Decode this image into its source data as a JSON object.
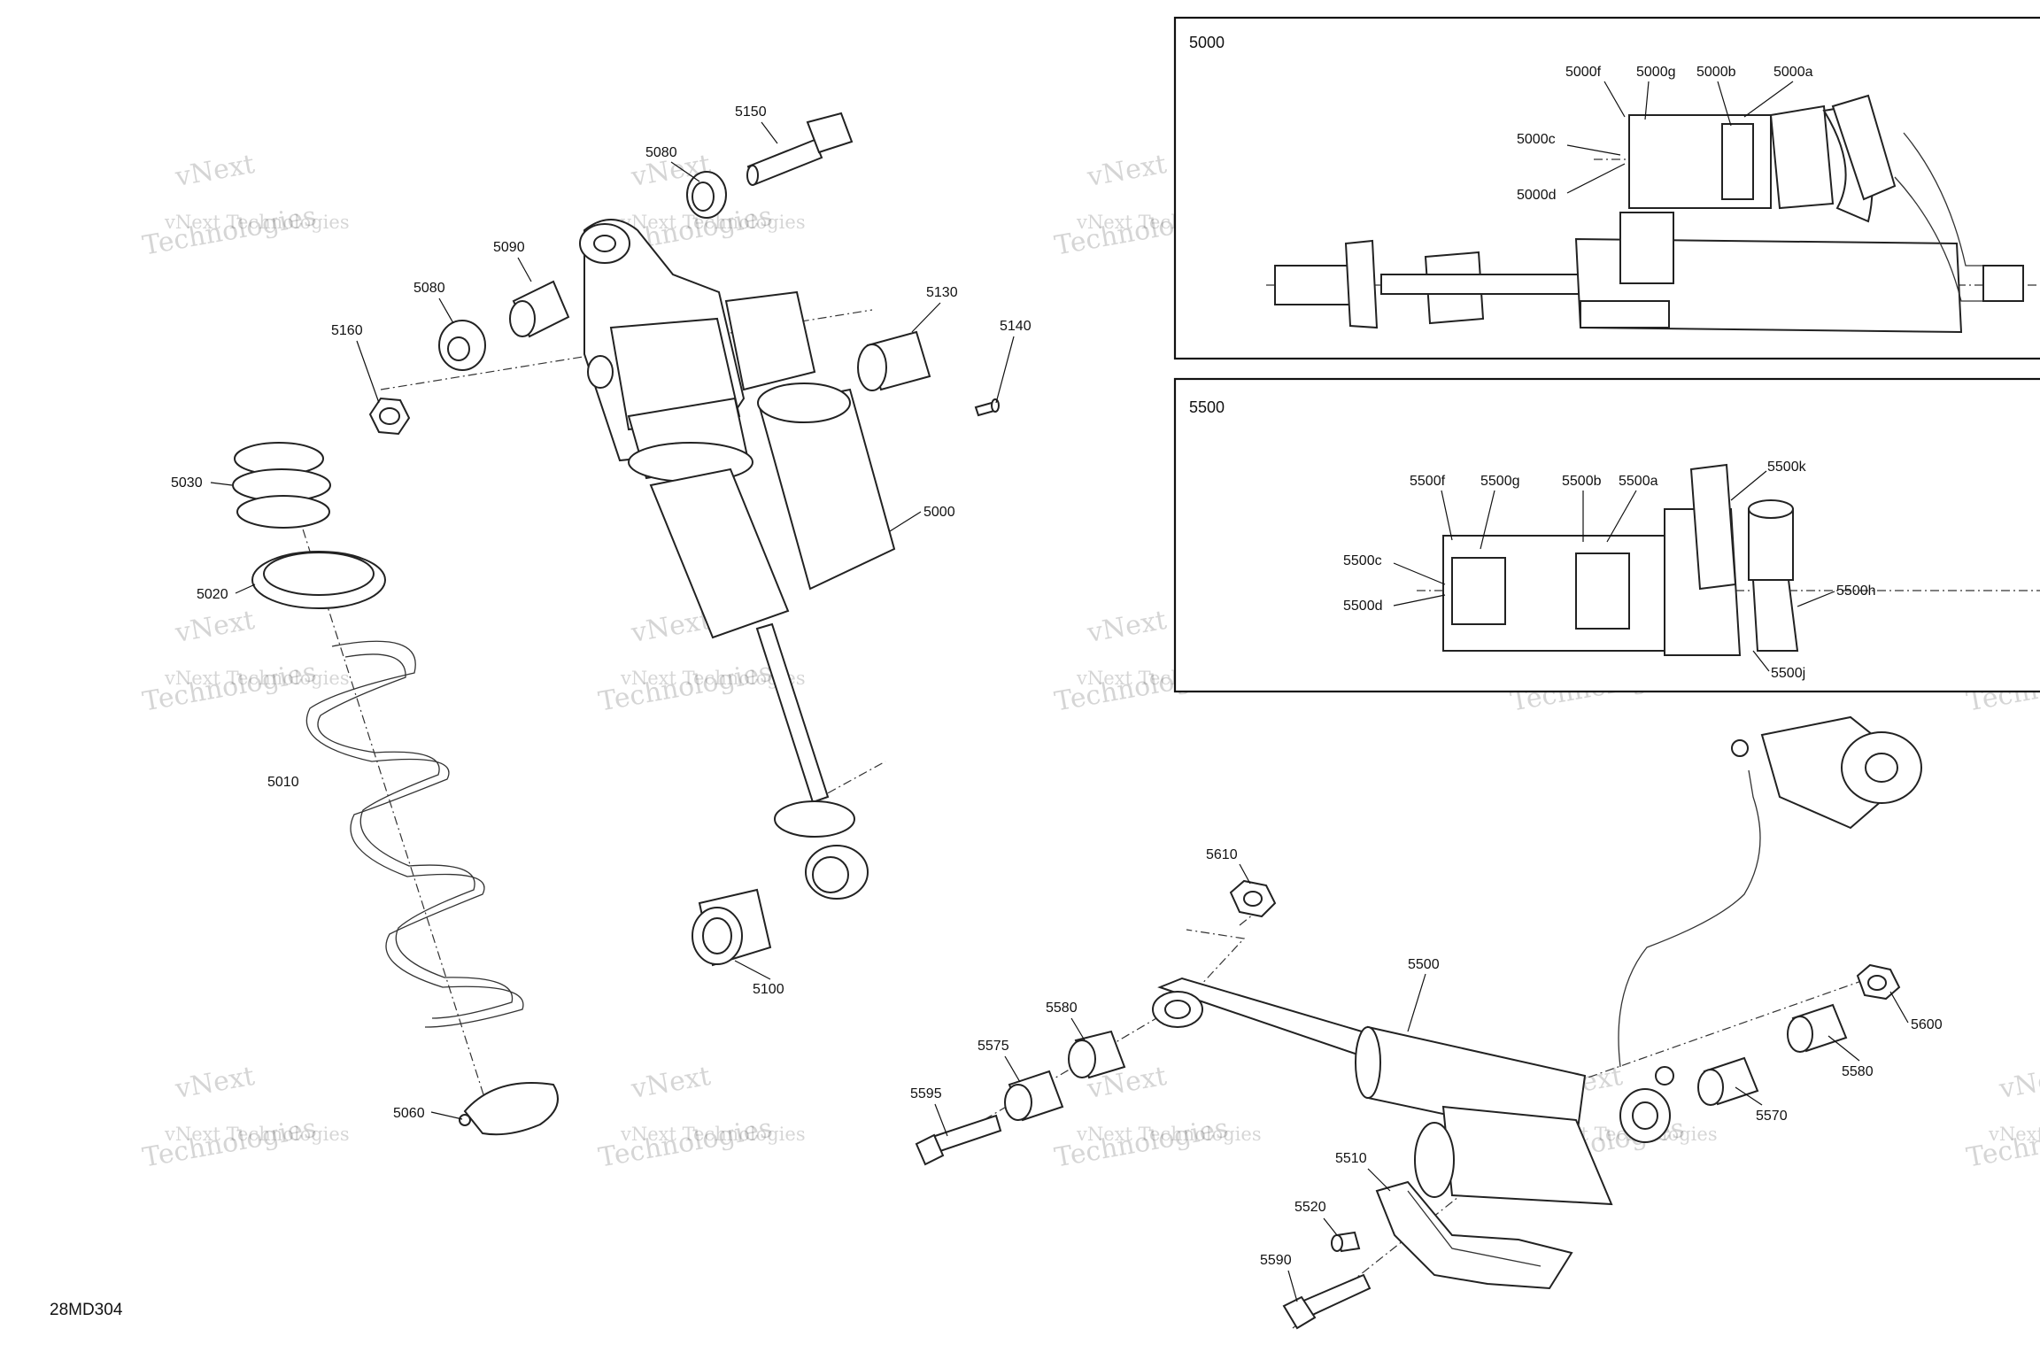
{
  "drawing_number": "28MD304",
  "watermark": {
    "line1": "vNext Technologies",
    "line2": "Technologies"
  },
  "insets": [
    {
      "id": "5000",
      "title": "5000",
      "callouts": [
        "5000f",
        "5000g",
        "5000b",
        "5000a",
        "5000c",
        "5000d"
      ]
    },
    {
      "id": "5500",
      "title": "5500",
      "callouts": [
        "5500f",
        "5500g",
        "5500b",
        "5500a",
        "5500k",
        "5500c",
        "5500d",
        "5500h",
        "5500j"
      ]
    }
  ],
  "upper_shock_callouts": [
    "5150",
    "5080",
    "5090",
    "5080",
    "5160",
    "5130",
    "5140",
    "5000",
    "5100"
  ],
  "spring_callouts": [
    "5030",
    "5020",
    "5010",
    "5060"
  ],
  "lower_shock_callouts": [
    "5610",
    "5500",
    "5580",
    "5575",
    "5595",
    "5600",
    "5580",
    "5570",
    "5510",
    "5520",
    "5590"
  ]
}
